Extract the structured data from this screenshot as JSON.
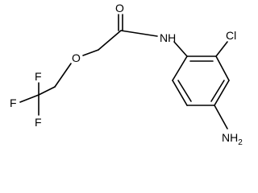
{
  "molecule": {
    "atoms": {
      "carbonyl_oxygen": "O",
      "amide_nitrogen": "NH",
      "chlorine": "Cl",
      "ether_oxygen": "O",
      "fluorine_top": "F",
      "fluorine_left": "F",
      "fluorine_bottom": "F",
      "amino_group": "NH",
      "amino_subscript": "2"
    }
  }
}
